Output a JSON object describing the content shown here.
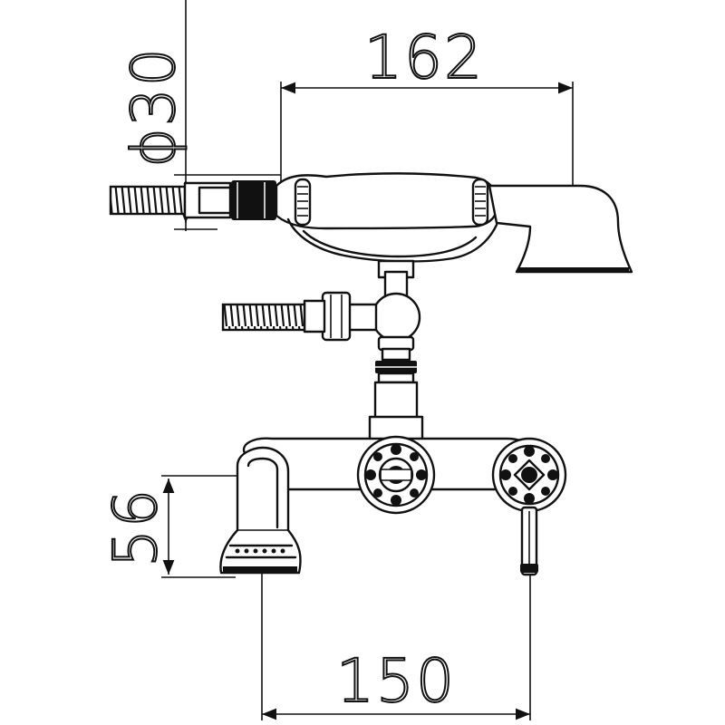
{
  "dimensions": {
    "handshower_length": "162",
    "hose_diameter": "ϕ30",
    "spout_height": "56",
    "center_distance": "150"
  },
  "colors": {
    "line": "#111111",
    "background": "#ffffff"
  }
}
